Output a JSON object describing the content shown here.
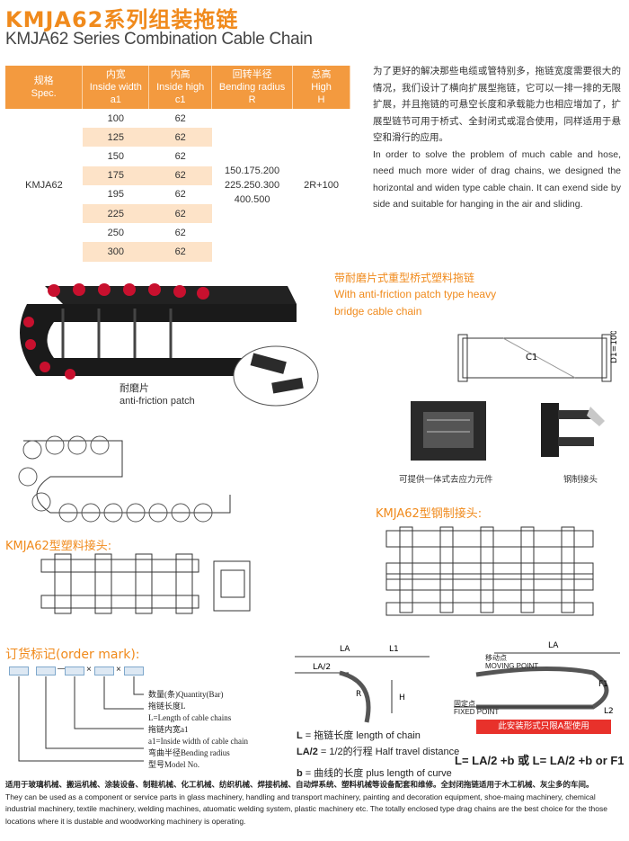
{
  "title_cn": "KMJA62系列组装拖链",
  "title_en": "KMJA62 Series Combination Cable Chain",
  "table": {
    "headers": [
      {
        "cn": "规格",
        "en": "Spec.",
        "sym": ""
      },
      {
        "cn": "内宽",
        "en": "Inside width",
        "sym": "a1"
      },
      {
        "cn": "内高",
        "en": "Inside high",
        "sym": "c1"
      },
      {
        "cn": "回转半径",
        "en": "Bending radius",
        "sym": "R"
      },
      {
        "cn": "总高",
        "en": "High",
        "sym": "H"
      }
    ],
    "spec": "KMJA62",
    "widths": [
      "100",
      "125",
      "150",
      "175",
      "195",
      "225",
      "250",
      "300"
    ],
    "high": "62",
    "radius": [
      "150.175.200",
      "225.250.300",
      "400.500"
    ],
    "total_high": "2R+100"
  },
  "desc_cn": "为了更好的解决那些电缆或管特别多，拖链宽度需要很大的情况，我们设计了横向扩展型拖链，它可以一排一排的无限扩展，并且拖链的可悬空长度和承载能力也相应增加了，扩展型链节可用于桥式、全封闭式或混合使用，同样适用于悬空和滑行的应用。",
  "desc_en": "In order to solve the problem of much cable and hose, need much more wider of drag chains, we designed the horizontal and widen type cable chain. It can exend side by side and suitable for hanging in the air and sliding.",
  "sub_cn": "带耐磨片式重型桥式塑料拖链",
  "sub_en_1": "With anti-friction patch type heavy",
  "sub_en_2": "bridge cable chain",
  "patch_cn": "耐磨片",
  "patch_en": "anti-friction patch",
  "stress_label": "可提供一体式去应力元件",
  "steel_joint_label": "钢制接头",
  "steel_head": "KMJA62型钢制接头:",
  "plastic_head": "KMJA62型塑料接头:",
  "order_head": "订货标记(order mark):",
  "order_legend": [
    "数量(条)Quantity(Bar)",
    "拖链长度L",
    "L=Length of cable chains",
    "拖链内宽a1",
    "a1=Inside width of cable chain",
    "弯曲半径Bending radius",
    "型号Model No."
  ],
  "length_legend": [
    {
      "sym": "L",
      "text": "= 拖链长度  length of chain"
    },
    {
      "sym": "LA/2",
      "text": "= 1/2的行程  Half travel distance"
    },
    {
      "sym": "b",
      "text": "= 曲线的长度  plus length of curve"
    }
  ],
  "moving_point": "移动点\nMOVING POINT",
  "fixed_point": "固定点\nFIXED POINT",
  "banner": "此安装形式只限A型使用",
  "formula": "L= LA/2 +b 或 L= LA/2 +b or F1",
  "footer_cn": "适用于玻璃机械、搬运机械、涂装设备、制鞋机械、化工机械、纺织机械、焊接机械、自动焊系统、塑料机械等设备配套和维修。全封闭拖链适用于木工机械、灰尘多的车间。",
  "footer_en": "They can be used as a component or service parts in glass machinery, handling and transport machinery, painting and decoration equipment, shoe-maing machinery, chemical industrial machinery, textile machinery, welding machines, atuomatic welding system, plastic machinery etc. The totally enclosed type drag chains are the best choice for the those locations where it is dustable and woodworking machinery is operating."
}
